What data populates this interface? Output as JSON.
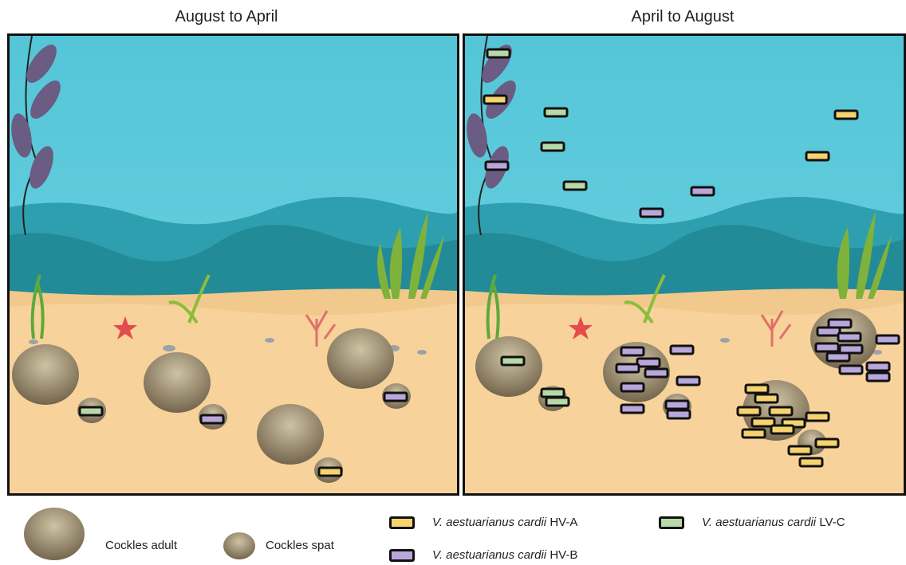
{
  "panels": [
    {
      "title": "August to April"
    },
    {
      "title": "April to August"
    }
  ],
  "legend": {
    "adult": "Cockles adult",
    "spat": "Cockles spat",
    "hva": {
      "species": "V. aestuarianus cardii",
      "strain": "HV-A",
      "color": "#f6d36f"
    },
    "hvb": {
      "species": "V. aestuarianus cardii",
      "strain": "HV-B",
      "color": "#b9a7db"
    },
    "lvc": {
      "species": "V. aestuarianus cardii",
      "strain": "LV-C",
      "color": "#b7d9a8"
    }
  }
}
